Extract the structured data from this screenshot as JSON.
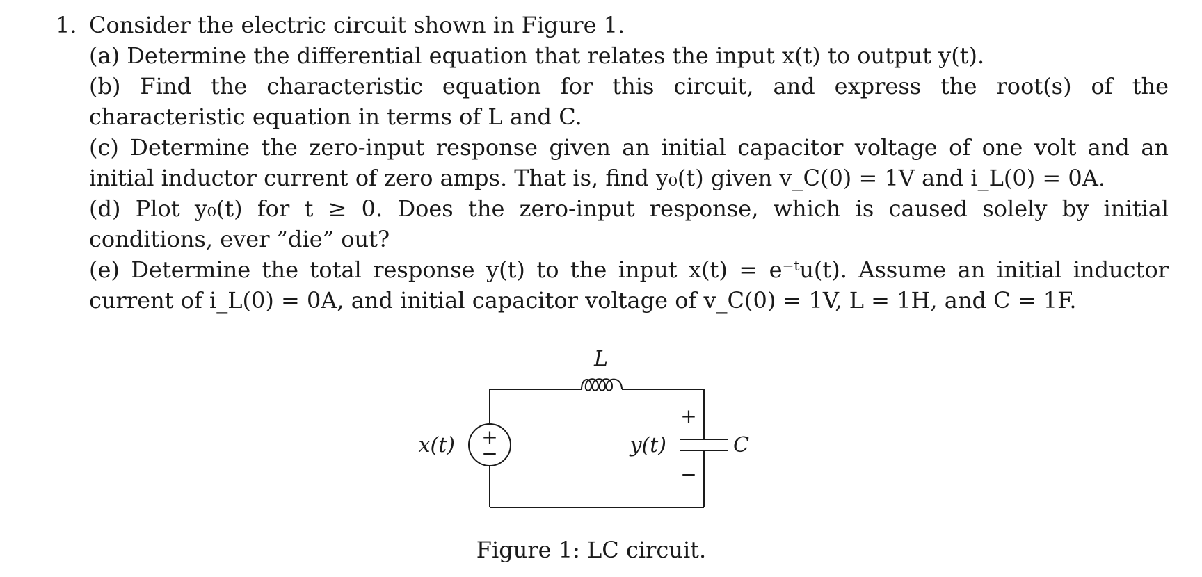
{
  "problem": {
    "number": "1.",
    "intro": "Consider the electric circuit shown in Figure 1.",
    "parts": [
      "(a) Determine the differential equation that relates the input x(t) to output y(t).",
      "(b) Find the characteristic equation for this circuit, and express the root(s) of the characteristic equation in terms of L and C.",
      "(c) Determine the zero-input response given an initial capacitor voltage of one volt and an initial inductor current of zero amps. That is, find y₀(t) given v_C(0) = 1V and i_L(0) = 0A.",
      "(d) Plot y₀(t) for t ≥ 0. Does the zero-input response, which is caused solely by initial conditions, ever ”die” out?",
      "(e) Determine the total response y(t) to the input x(t) = e⁻ᵗu(t). Assume an initial inductor current of i_L(0) = 0A, and initial capacitor voltage of v_C(0) = 1V, L = 1H, and C = 1F."
    ]
  },
  "figure": {
    "inductor_label": "L",
    "source_label": "x(t)",
    "source_plus": "+",
    "source_minus": "−",
    "output_label": "y(t)",
    "cap_plus": "+",
    "cap_minus": "−",
    "capacitor_label": "C",
    "caption": "Figure 1: LC circuit."
  }
}
